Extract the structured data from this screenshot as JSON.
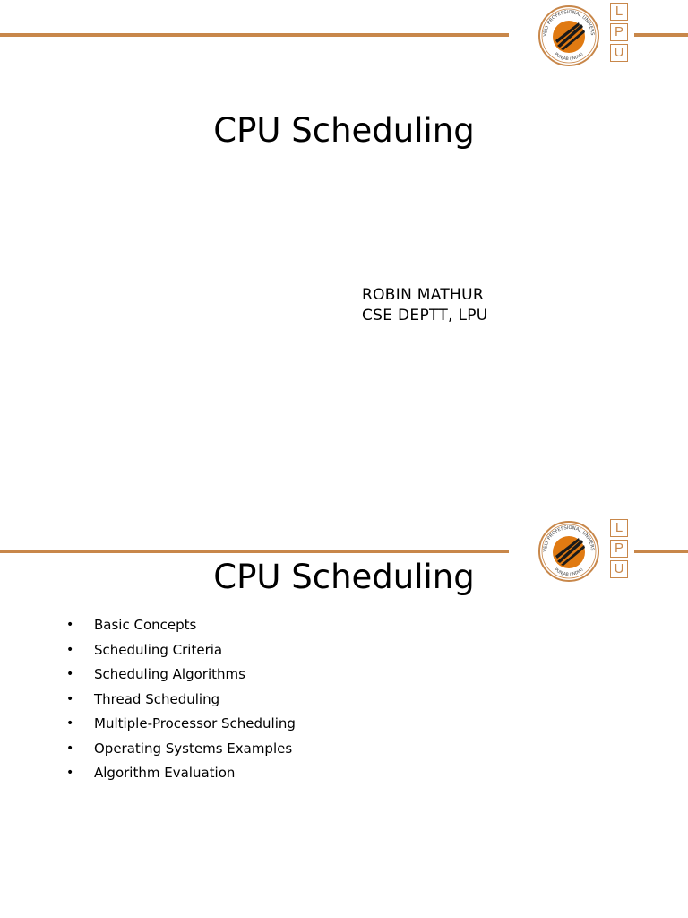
{
  "brand": {
    "rule_color": "#c8874a",
    "logo_ring_text_top": "LOVELY PROFESSIONAL UNIVERSITY",
    "logo_ring_text_bottom": "PUNJAB (INDIA)",
    "lpu_letters": [
      "L",
      "P",
      "U"
    ]
  },
  "slides": [
    {
      "title": "CPU Scheduling",
      "author_line1": "ROBIN MATHUR",
      "author_line2": "CSE DEPTT, LPU"
    },
    {
      "title": "CPU Scheduling",
      "bullet_glyph": "•",
      "bullets": [
        "Basic Concepts",
        "Scheduling Criteria",
        "Scheduling Algorithms",
        "Thread Scheduling",
        "Multiple-Processor Scheduling",
        "Operating Systems Examples",
        "Algorithm Evaluation"
      ]
    }
  ]
}
